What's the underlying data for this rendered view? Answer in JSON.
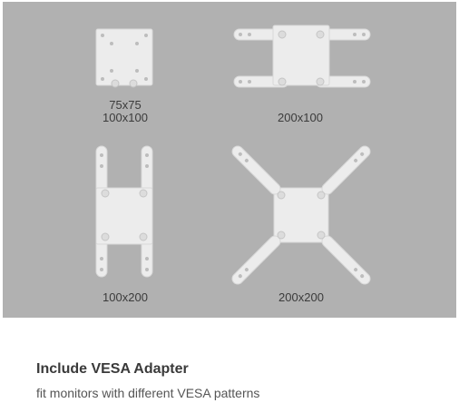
{
  "adapters": [
    {
      "label_line1": "75x75",
      "label_line2": "100x100"
    },
    {
      "label": "200x100"
    },
    {
      "label": "100x200"
    },
    {
      "label": "200x200"
    }
  ],
  "caption": {
    "title": "Include VESA Adapter",
    "subtitle": "fit monitors with different VESA patterns"
  },
  "colors": {
    "panel_background": "#b1b1b1",
    "plate": "#ececec",
    "plate_edge": "#d8d8d8",
    "hole": "#bdbdbd"
  }
}
